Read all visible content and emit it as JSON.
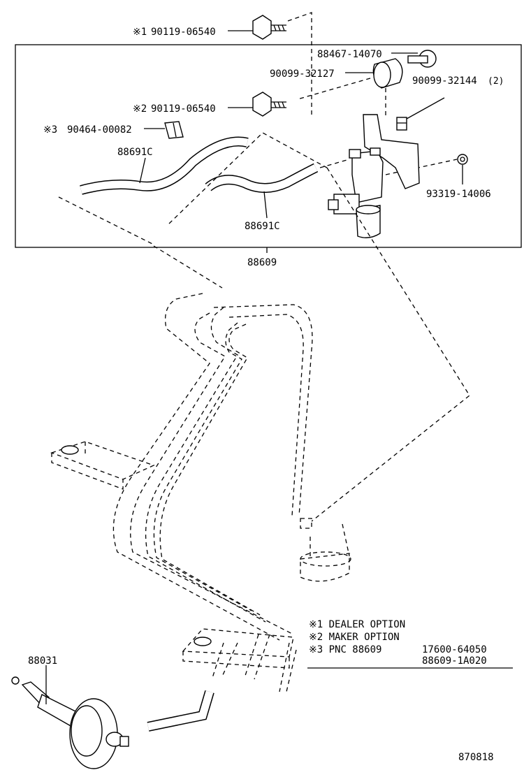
{
  "labels": {
    "p1": {
      "mark": "※1",
      "num": "90119-06540"
    },
    "p2": "88467-14070",
    "p3": "90099-32127",
    "p4": "90099-32144",
    "p4_qty": "(2)",
    "p5": {
      "mark": "※2",
      "num": "90119-06540"
    },
    "p6": {
      "mark": "※3",
      "num": "90464-00082"
    },
    "p7": "88691C",
    "p8": "93319-14006",
    "p9": "88691C",
    "p10": "88609",
    "p11": "88031"
  },
  "legend": {
    "l1": "※1 DEALER OPTION",
    "l2": "※2 MAKER OPTION",
    "l3_pre": "※3 PNC 88609",
    "l3_a": "17600-64050",
    "l3_b": "88609-1A020"
  },
  "diagram_id": "870818"
}
